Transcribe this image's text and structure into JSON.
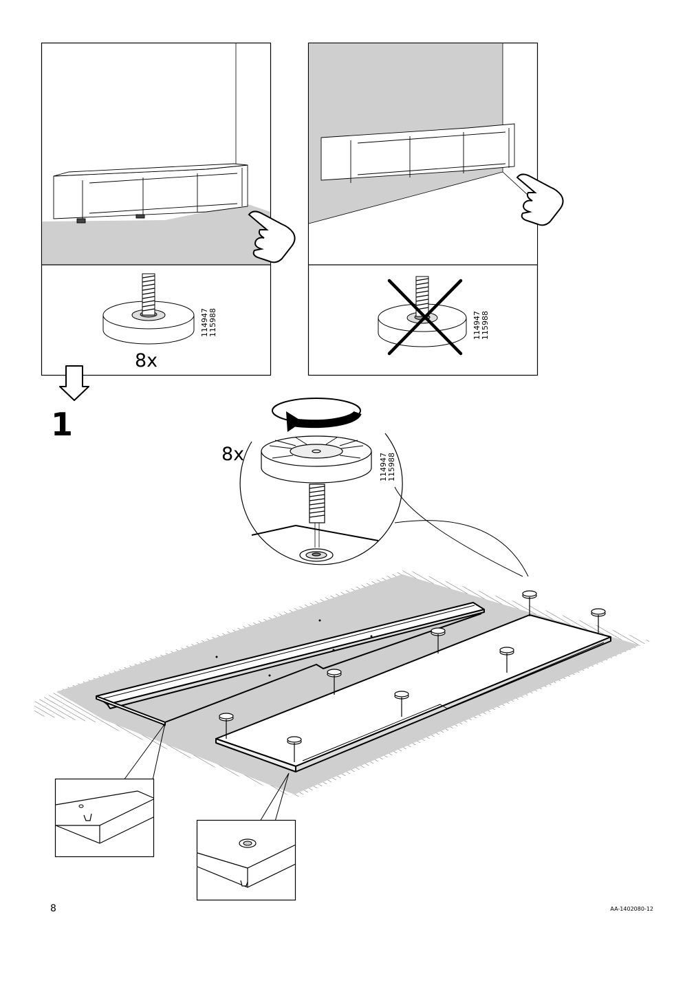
{
  "panels": {
    "allowed": {
      "part_numbers": [
        "114947",
        "115988"
      ],
      "quantity": "8x"
    },
    "not_allowed": {
      "part_numbers": [
        "114947",
        "115988"
      ]
    }
  },
  "step": {
    "number": "1",
    "detail": {
      "quantity": "8x",
      "part_numbers": [
        "114947",
        "115988"
      ]
    }
  },
  "footer": {
    "page_number": "8",
    "document_code": "AA-1402080-12"
  }
}
